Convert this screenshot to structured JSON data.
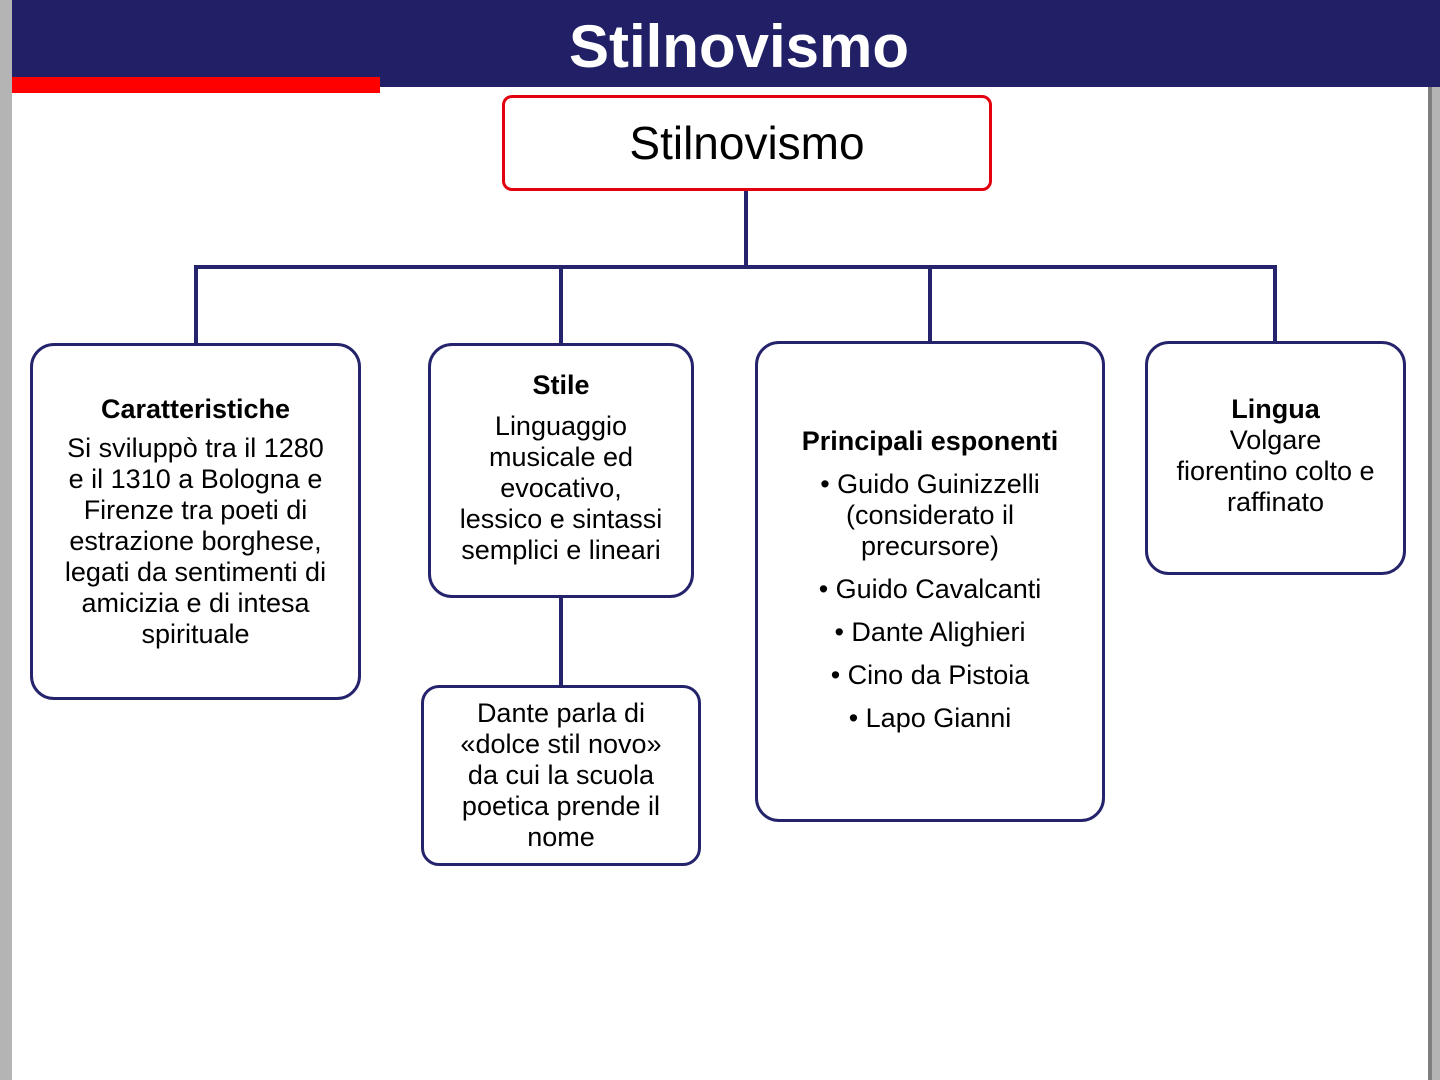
{
  "header": {
    "title": "Stilnovismo"
  },
  "colors": {
    "header_bg": "#212066",
    "accent_red": "#ff0000",
    "box_border": "#25236c",
    "root_border": "#e3000f"
  },
  "diagram": {
    "root": {
      "label": "Stilnovismo"
    },
    "caratteristiche": {
      "title": "Caratteristiche",
      "body": "Si sviluppò tra il 1280\ne il 1310 a Bologna e\nFirenze tra poeti di\nestrazione borghese,\nlegati da sentimenti di\namicizia e di intesa\nspirituale"
    },
    "stile": {
      "title": "Stile",
      "body": "Linguaggio\nmusicale ed\nevocativo,\nlessico e sintassi\nsemplici e lineari"
    },
    "stile_note": {
      "body": "Dante parla di\n«dolce stil novo»\nda cui la scuola\npoetica prende il\nnome"
    },
    "esponenti": {
      "title": "Principali esponenti",
      "items": [
        "• Guido Guinizzelli\n(considerato il\nprecursore)",
        "• Guido Cavalcanti",
        "• Dante Alighieri",
        "• Cino da Pistoia",
        "• Lapo Gianni"
      ]
    },
    "lingua": {
      "title": "Lingua",
      "body": "Volgare\nfiorentino colto e\nraffinato"
    }
  }
}
